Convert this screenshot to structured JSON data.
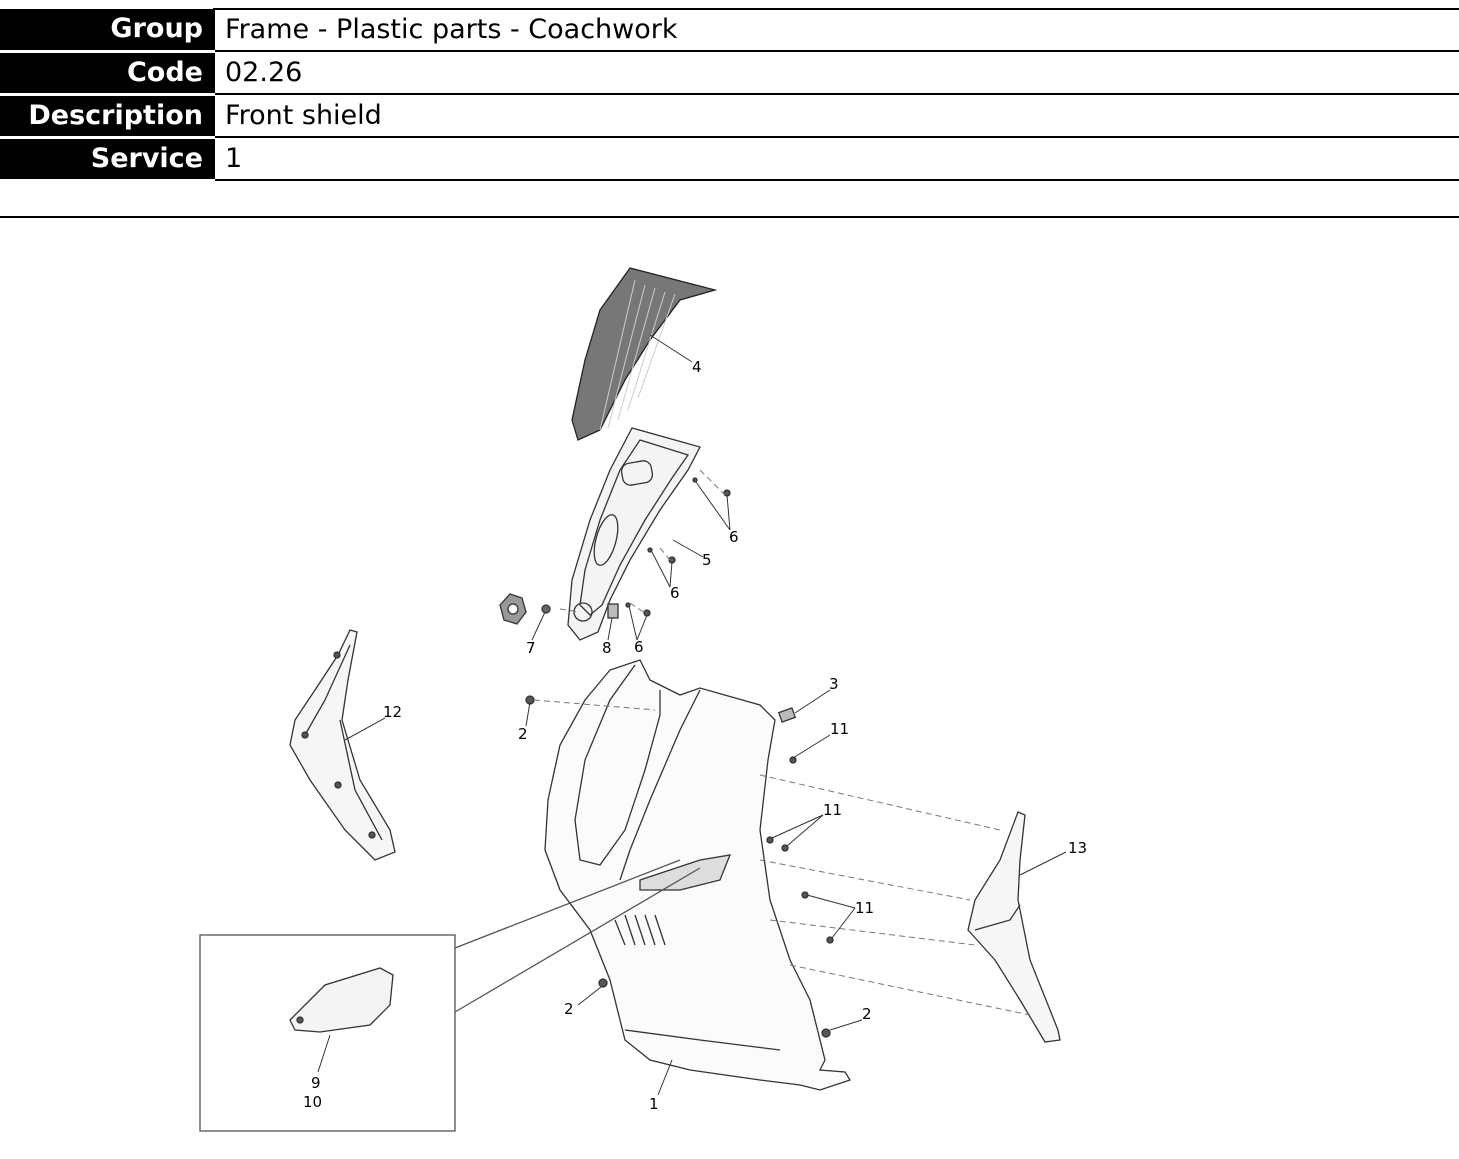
{
  "info": {
    "group_label": "Group",
    "group_value": "Frame - Plastic parts - Coachwork",
    "code_label": "Code",
    "code_value": "02.26",
    "description_label": "Description",
    "description_value": "Front shield",
    "service_label": "Service",
    "service_value": "1"
  },
  "callouts": {
    "c1": "1",
    "c2a": "2",
    "c2b": "2",
    "c2c": "2",
    "c3": "3",
    "c4": "4",
    "c5": "5",
    "c6a": "6",
    "c6b": "6",
    "c6c": "6",
    "c7": "7",
    "c8": "8",
    "c9": "9",
    "c10": "10",
    "c11a": "11",
    "c11b": "11",
    "c11c": "11",
    "c12": "12",
    "c13": "13"
  }
}
